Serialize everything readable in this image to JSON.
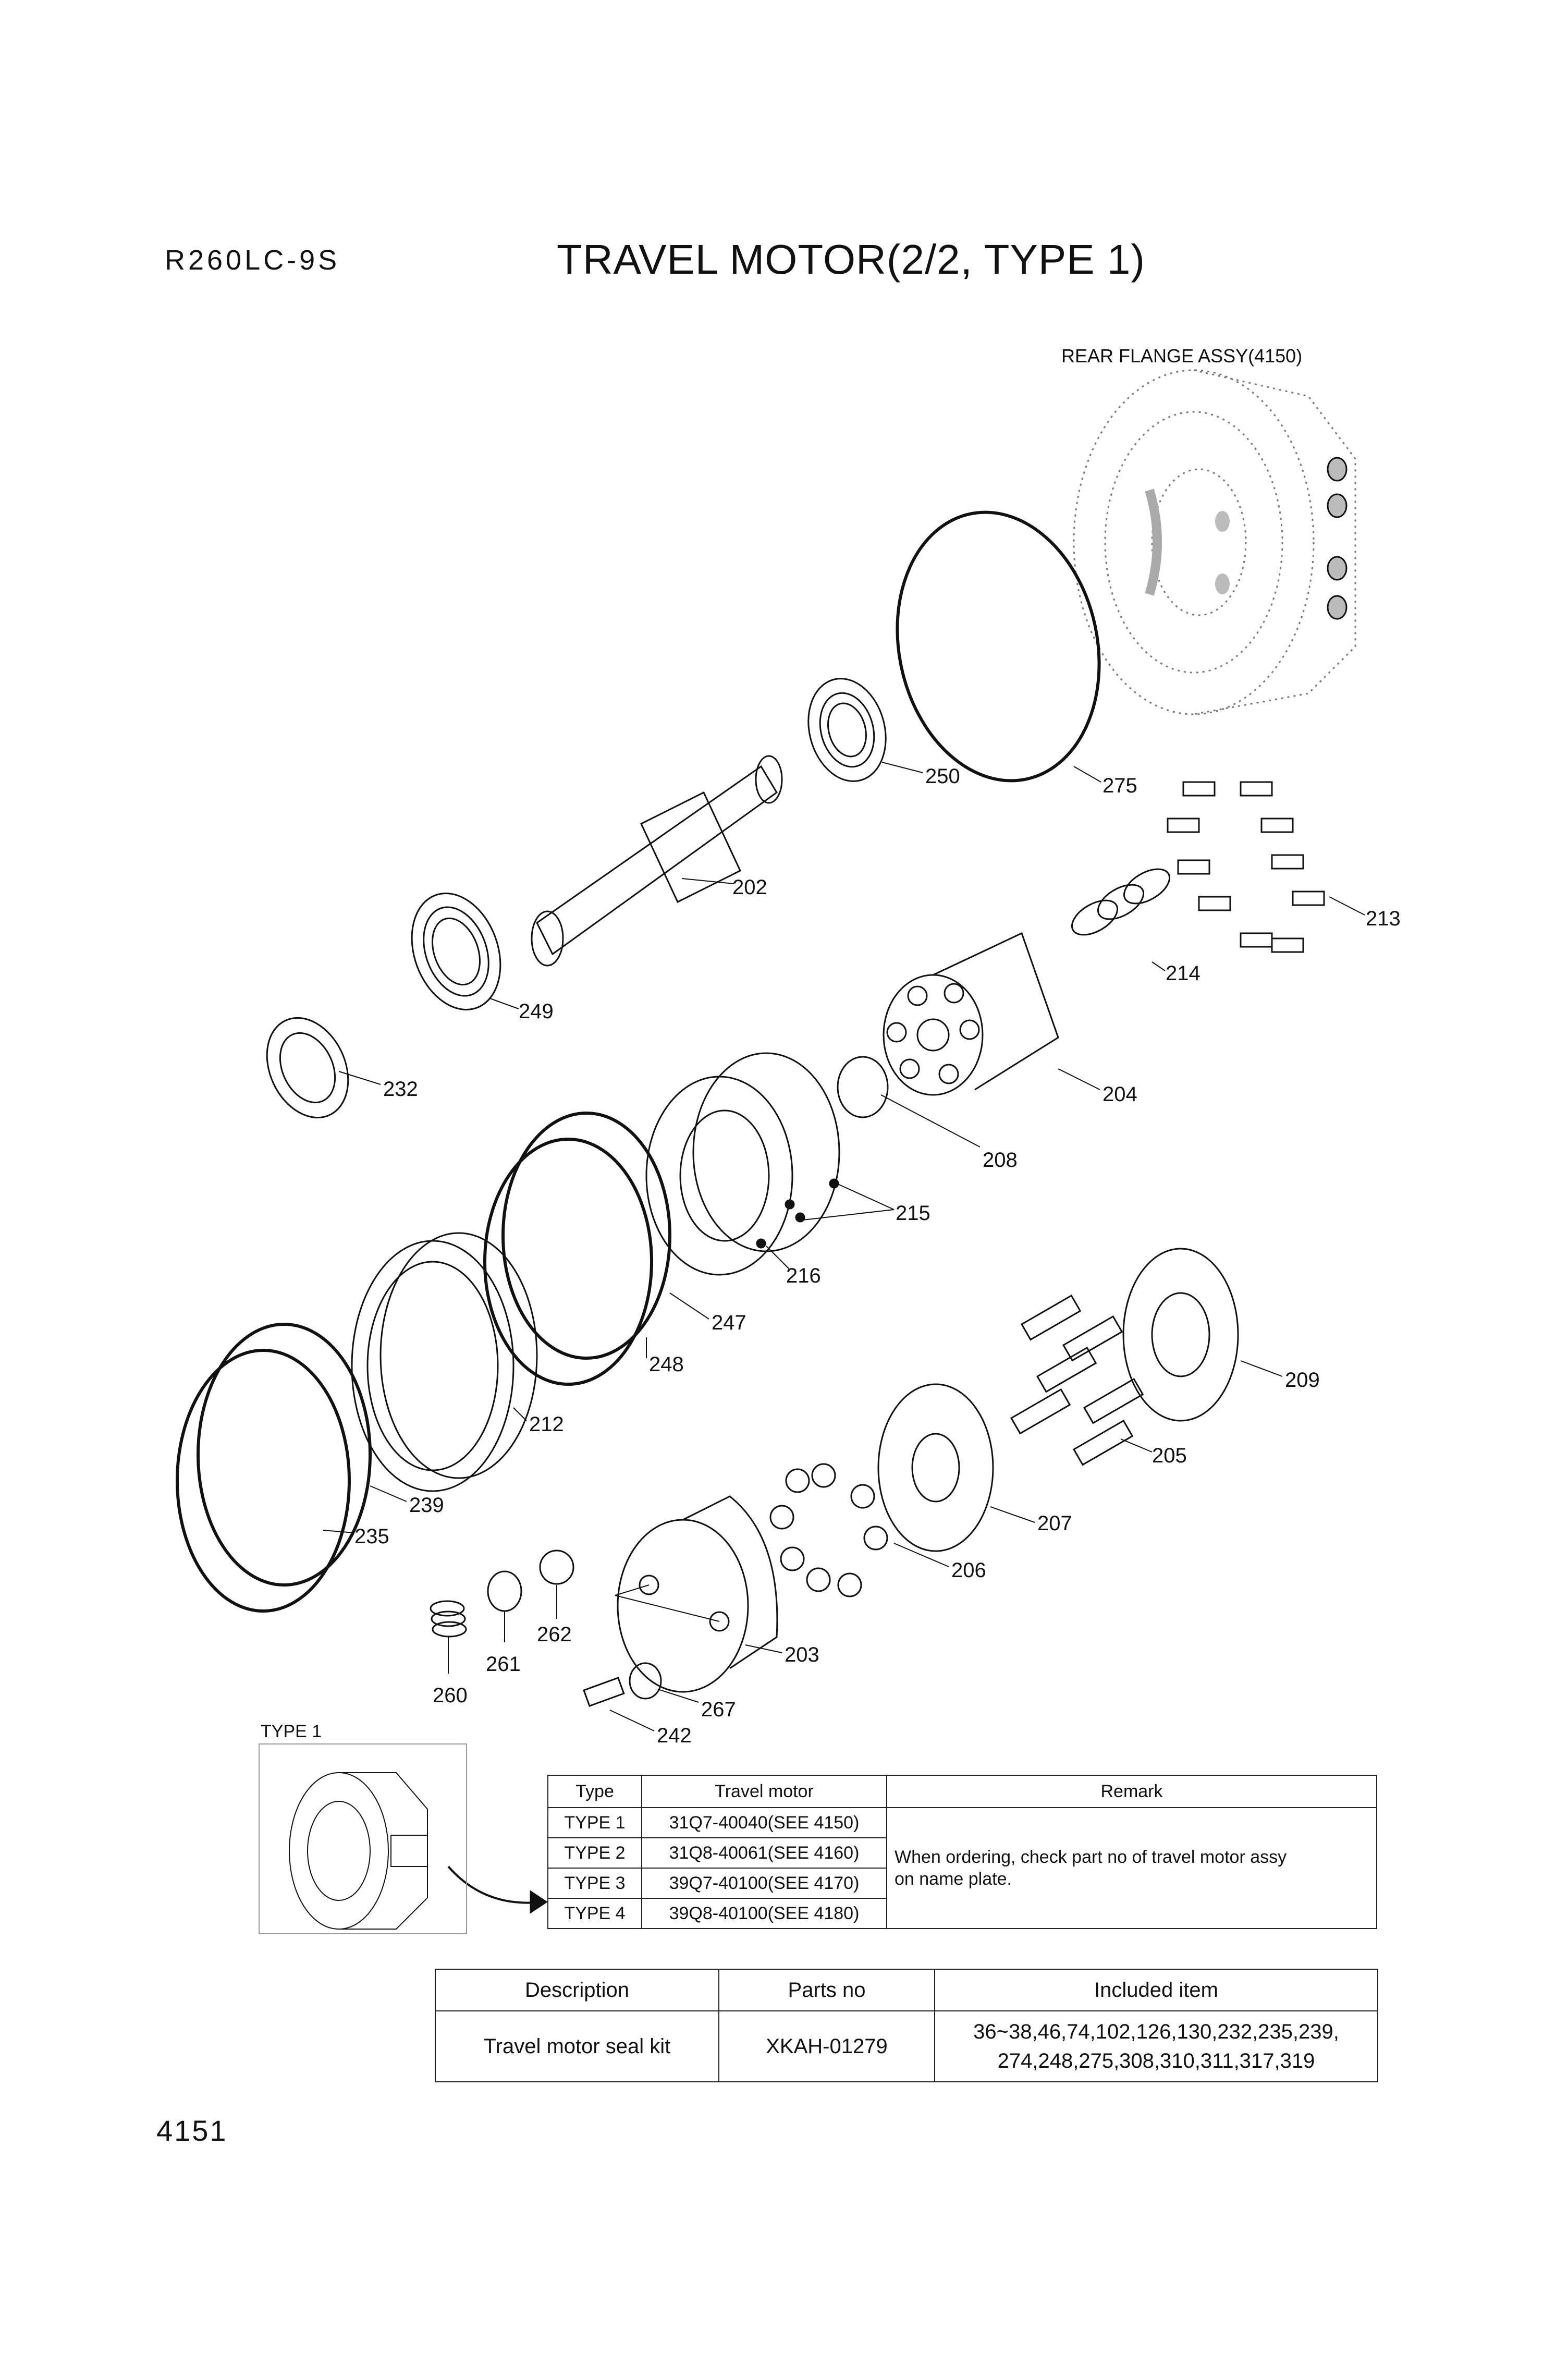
{
  "header": {
    "model": "R260LC-9S",
    "title": "TRAVEL MOTOR(2/2, TYPE 1)"
  },
  "labels": {
    "rear_flange": "REAR FLANGE ASSY(4150)",
    "type1": "TYPE 1"
  },
  "callouts": {
    "p275": "275",
    "p250": "250",
    "p202": "202",
    "p249": "249",
    "p232": "232",
    "p213": "213",
    "p214": "214",
    "p204": "204",
    "p208": "208",
    "p215": "215",
    "p216": "216",
    "p247": "247",
    "p248": "248",
    "p212": "212",
    "p239": "239",
    "p235": "235",
    "p209": "209",
    "p205": "205",
    "p207": "207",
    "p206": "206",
    "p203": "203",
    "p262": "262",
    "p261": "261",
    "p260": "260",
    "p267": "267",
    "p242": "242"
  },
  "type_table": {
    "headers": [
      "Type",
      "Travel motor",
      "Remark"
    ],
    "rows": [
      {
        "type": "TYPE 1",
        "motor": "31Q7-40040(SEE 4150)"
      },
      {
        "type": "TYPE 2",
        "motor": "31Q8-40061(SEE 4160)"
      },
      {
        "type": "TYPE 3",
        "motor": "39Q7-40100(SEE 4170)"
      },
      {
        "type": "TYPE 4",
        "motor": "39Q8-40100(SEE 4180)"
      }
    ],
    "remark_line1": "When ordering, check part no of travel motor assy",
    "remark_line2": "on name plate."
  },
  "kit_table": {
    "headers": [
      "Description",
      "Parts no",
      "Included item"
    ],
    "description": "Travel motor seal kit",
    "parts_no": "XKAH-01279",
    "included_line1": "36~38,46,74,102,126,130,232,235,239,",
    "included_line2": "274,248,275,308,310,311,317,319"
  },
  "footer": {
    "page": "4151"
  }
}
